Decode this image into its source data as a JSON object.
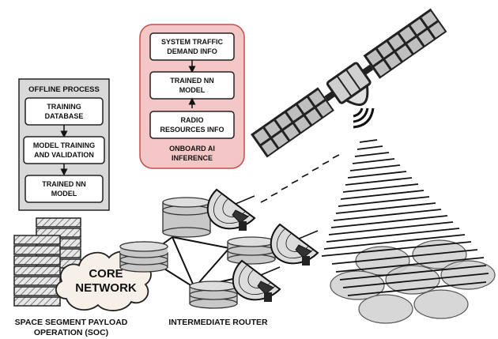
{
  "offline_panel": {
    "title": "OFFLINE PROCESS",
    "boxes": [
      {
        "line1": "TRAINING",
        "line2": "DATABASE"
      },
      {
        "line1": "MODEL TRAINING",
        "line2": "AND VALIDATION"
      },
      {
        "line1": "TRAINED NN",
        "line2": "MODEL"
      }
    ]
  },
  "onboard_panel": {
    "boxes": [
      {
        "line1": "SYSTEM TRAFFIC",
        "line2": "DEMAND INFO"
      },
      {
        "line1": "TRAINED NN",
        "line2": "MODEL"
      },
      {
        "line1": "RADIO",
        "line2": "RESOURCES INFO"
      }
    ],
    "caption_line1": "ONBOARD AI",
    "caption_line2": "INFERENCE"
  },
  "core_network": {
    "line1": "CORE",
    "line2": "NETWORK"
  },
  "labels": {
    "soc_line1": "SPACE SEGMENT PAYLOAD",
    "soc_line2": "OPERATION (SOC)",
    "router": "INTERMEDIATE ROUTER"
  },
  "colors": {
    "offline_bg": "#d9d9d9",
    "onboard_bg": "#f4c7c7",
    "onboard_border": "#c0504d",
    "beam_cell": "#d0d0d0",
    "panel_cell": "#bfbfbf"
  }
}
